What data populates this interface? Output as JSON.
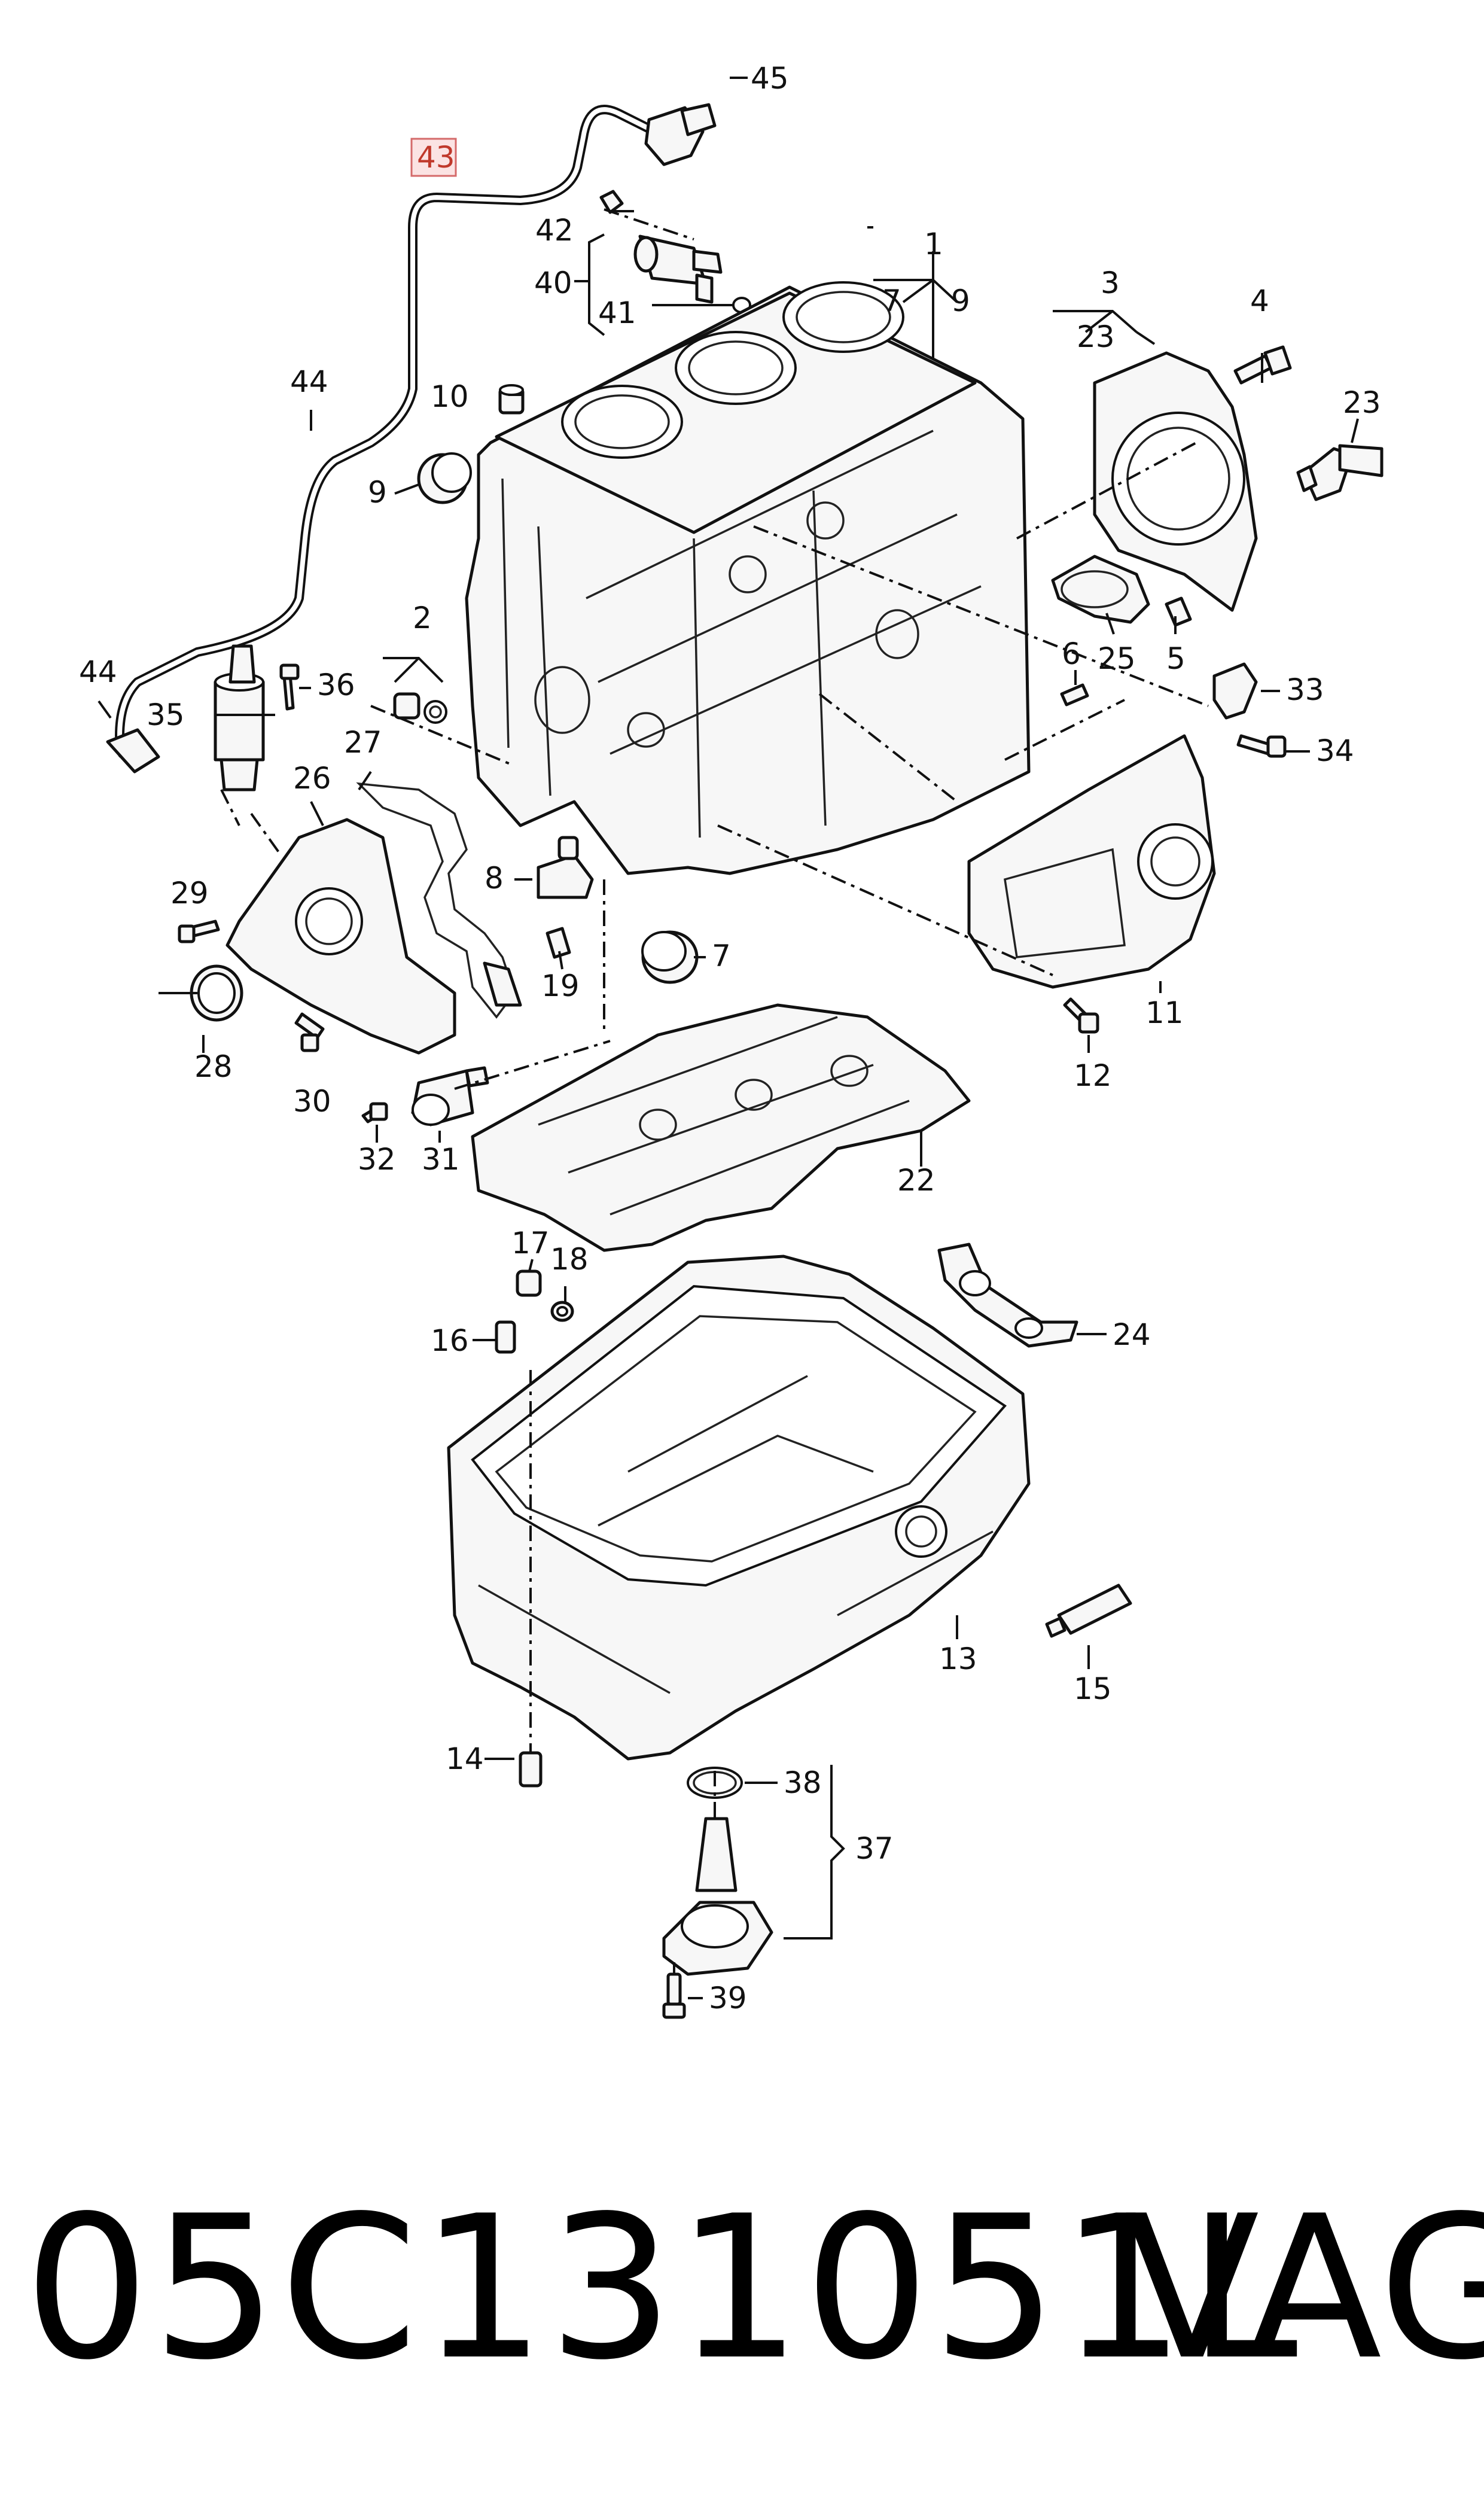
{
  "diagram": {
    "callouts": [
      {
        "id": "c1",
        "text": "1"
      },
      {
        "id": "c2",
        "text": "2"
      },
      {
        "id": "c3",
        "text": "3"
      },
      {
        "id": "c4",
        "text": "4"
      },
      {
        "id": "c5",
        "text": "5"
      },
      {
        "id": "c6",
        "text": "6"
      },
      {
        "id": "c7a",
        "text": "7"
      },
      {
        "id": "c7b",
        "text": "7"
      },
      {
        "id": "c8",
        "text": "8"
      },
      {
        "id": "c9a",
        "text": "9"
      },
      {
        "id": "c9b",
        "text": "9"
      },
      {
        "id": "c10",
        "text": "10"
      },
      {
        "id": "c11",
        "text": "11"
      },
      {
        "id": "c12",
        "text": "12"
      },
      {
        "id": "c13",
        "text": "13"
      },
      {
        "id": "c14",
        "text": "14"
      },
      {
        "id": "c15",
        "text": "15"
      },
      {
        "id": "c16",
        "text": "16"
      },
      {
        "id": "c17",
        "text": "17"
      },
      {
        "id": "c18",
        "text": "18"
      },
      {
        "id": "c19",
        "text": "19"
      },
      {
        "id": "c22",
        "text": "22"
      },
      {
        "id": "c23a",
        "text": "23"
      },
      {
        "id": "c23b",
        "text": "23"
      },
      {
        "id": "c24",
        "text": "24"
      },
      {
        "id": "c25",
        "text": "25"
      },
      {
        "id": "c26",
        "text": "26"
      },
      {
        "id": "c27",
        "text": "27"
      },
      {
        "id": "c28",
        "text": "28"
      },
      {
        "id": "c29",
        "text": "29"
      },
      {
        "id": "c30",
        "text": "30"
      },
      {
        "id": "c31",
        "text": "31"
      },
      {
        "id": "c32",
        "text": "32"
      },
      {
        "id": "c33",
        "text": "33"
      },
      {
        "id": "c34",
        "text": "34"
      },
      {
        "id": "c35",
        "text": "35"
      },
      {
        "id": "c36",
        "text": "36"
      },
      {
        "id": "c37",
        "text": "37"
      },
      {
        "id": "c38",
        "text": "38"
      },
      {
        "id": "c39",
        "text": "39"
      },
      {
        "id": "c40",
        "text": "40"
      },
      {
        "id": "c41",
        "text": "41"
      },
      {
        "id": "c42",
        "text": "42"
      },
      {
        "id": "c43",
        "text": "43"
      },
      {
        "id": "c44a",
        "text": "44"
      },
      {
        "id": "c44b",
        "text": "44"
      },
      {
        "id": "c45",
        "text": "45"
      }
    ],
    "highlighted_callout": "43",
    "highlight_color": "#d46a6a"
  },
  "footer": {
    "part_number": "05C131051L",
    "brand": "VAG"
  }
}
